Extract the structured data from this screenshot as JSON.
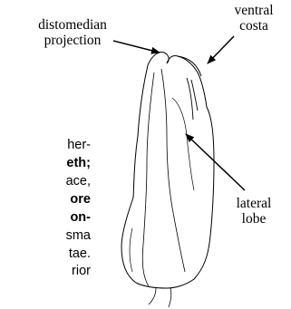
{
  "labels": {
    "distomedian_projection": [
      "distomedian",
      "projection"
    ],
    "ventral_costa": [
      "ventral",
      "costa"
    ],
    "lateral_lobe": [
      "lateral",
      "lobe"
    ]
  },
  "cutoff_text": [
    {
      "text": "her-",
      "bold": false
    },
    {
      "text": "eth;",
      "bold": true
    },
    {
      "text": "ace,",
      "bold": false
    },
    {
      "text": "ore",
      "bold": true
    },
    {
      "text": "on-",
      "bold": true
    },
    {
      "text": "sma",
      "bold": false
    },
    {
      "text": "tae.",
      "bold": false
    },
    {
      "text": "rior",
      "bold": false
    }
  ]
}
